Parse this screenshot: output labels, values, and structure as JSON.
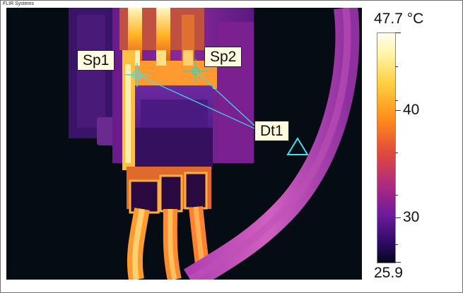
{
  "brand": "FLIR Systems",
  "temperature_scale": {
    "max_label": "47.7 °C",
    "min_label": "25.9",
    "tick_40": "40",
    "tick_30": "30"
  },
  "measurements": {
    "sp1": "Sp1",
    "sp2": "Sp2",
    "dt1": "Dt1"
  }
}
